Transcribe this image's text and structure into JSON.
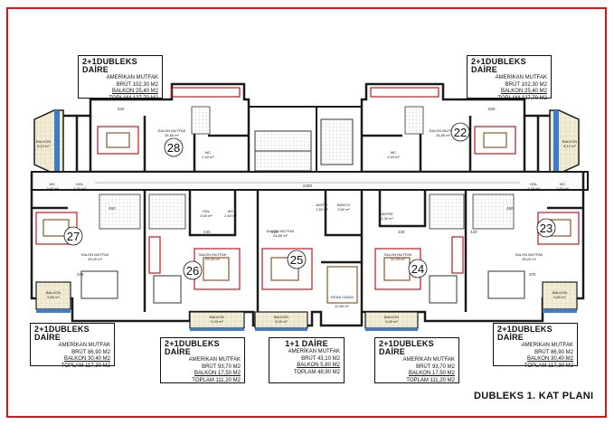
{
  "plan_title": "DUBLEKS 1. KAT PLANI",
  "overall_dimension": "2430",
  "units": [
    {
      "id": "28",
      "title": "2+1DUBLEKS DAİRE",
      "kitchen": "AMERİKAN MUTFAK",
      "brut": "BRÜT 102,30 M2",
      "balkon": "BALKON 25,40 M2",
      "toplam": "TOPLAM 127,70 M2"
    },
    {
      "id": "22",
      "title": "2+1DUBLEKS DAİRE",
      "kitchen": "AMERİKAN MUTFAK",
      "brut": "BRÜT 102,30 M2",
      "balkon": "BALKON 25,40 M2",
      "toplam": "TOPLAM 127,70 M2"
    },
    {
      "id": "27",
      "title": "2+1DUBLEKS DAİRE",
      "kitchen": "AMERİKAN MUTFAK",
      "brut": "BRÜT 86,90 M2",
      "balkon": "BALKON 30,40 M2",
      "toplam": "TOPLAM 117,30 M2"
    },
    {
      "id": "26",
      "title": "2+1DUBLEKS DAİRE",
      "kitchen": "AMERİKAN MUTFAK",
      "brut": "BRÜT 93,70 M2",
      "balkon": "BALKON 17,50 M2",
      "toplam": "TOPLAM 111,20 M2"
    },
    {
      "id": "25",
      "title": "1+1 DAİRE",
      "kitchen": "AMERİKAN MUTFAK",
      "brut": "BRÜT 43,10 M2",
      "balkon": "BALKON 5,80 M2",
      "toplam": "TOPLAM 48,90 M2"
    },
    {
      "id": "24",
      "title": "2+1DUBLEKS DAİRE",
      "kitchen": "AMERİKAN MUTFAK",
      "brut": "BRÜT 93,70 M2",
      "balkon": "BALKON 17,50 M2",
      "toplam": "TOPLAM 111,20 M2"
    },
    {
      "id": "23",
      "title": "2+1DUBLEKS DAİRE",
      "kitchen": "AMERİKAN MUTFAK",
      "brut": "BRÜT 86,90 M2",
      "balkon": "BALKON 30,40 M2",
      "toplam": "TOPLAM 117,30 M2"
    }
  ],
  "room_labels": {
    "salon_28": "SALON MUTFAK",
    "salon_28_area": "34,80 m²",
    "salon_22": "SALON MUTFAK",
    "salon_22_area": "34,80 m²",
    "balkon_28": "BALKON",
    "balkon_28_area": "8,10 m²",
    "balkon_22": "BALKON",
    "balkon_22_area": "8,10 m²",
    "hol_left": "HOL",
    "hol_left_area": "3,20 m²",
    "hol_right": "HOL",
    "hol_right_area": "3,20 m²",
    "wc_28": "WC",
    "wc_28_area": "2,40 m²",
    "wc_22": "WC",
    "wc_22_area": "2,40 m²",
    "wc_27": "WC",
    "wc_27_area": "2,60 m²",
    "wc_23": "WC",
    "wc_23_area": "2,60 m²",
    "salon_27": "SALON MUTFAK",
    "salon_27_area": "28,20 m²",
    "salon_23": "SALON MUTFAK",
    "salon_23_area": "28,20 m²",
    "balkon_27": "BALKON",
    "balkon_27_area": "5,80 m²",
    "balkon_23": "BALKON",
    "balkon_23_area": "5,80 m²",
    "hol_26": "HOL",
    "hol_26_area": "3,00 m²",
    "wc_26": "WC",
    "wc_26_area": "2,60 m²",
    "salon_26": "SALON MUTFAK",
    "salon_26_area": "22,20 m²",
    "balkon_26": "BALKON",
    "balkon_26_area": "5,40 m²",
    "salon_25": "SALON MUTFAK",
    "salon_25_area": "24,80 m²",
    "balkon_25": "BALKON",
    "balkon_25_area": "5,20 m²",
    "antre_25": "ANTRE",
    "antre_25_area": "2,50 m²",
    "banyo_25": "BANYO",
    "banyo_25_area": "3,60 m²",
    "yatak_25": "YATAK ODASI",
    "yatak_25_area": "12,80 m²",
    "antre_24": "ANTRE",
    "antre_24_area": "2,30 m²",
    "salon_24": "SALON MUTFAK",
    "salon_24_area": "22,20 m²",
    "balkon_24": "BALKON",
    "balkon_24_area": "5,40 m²"
  }
}
